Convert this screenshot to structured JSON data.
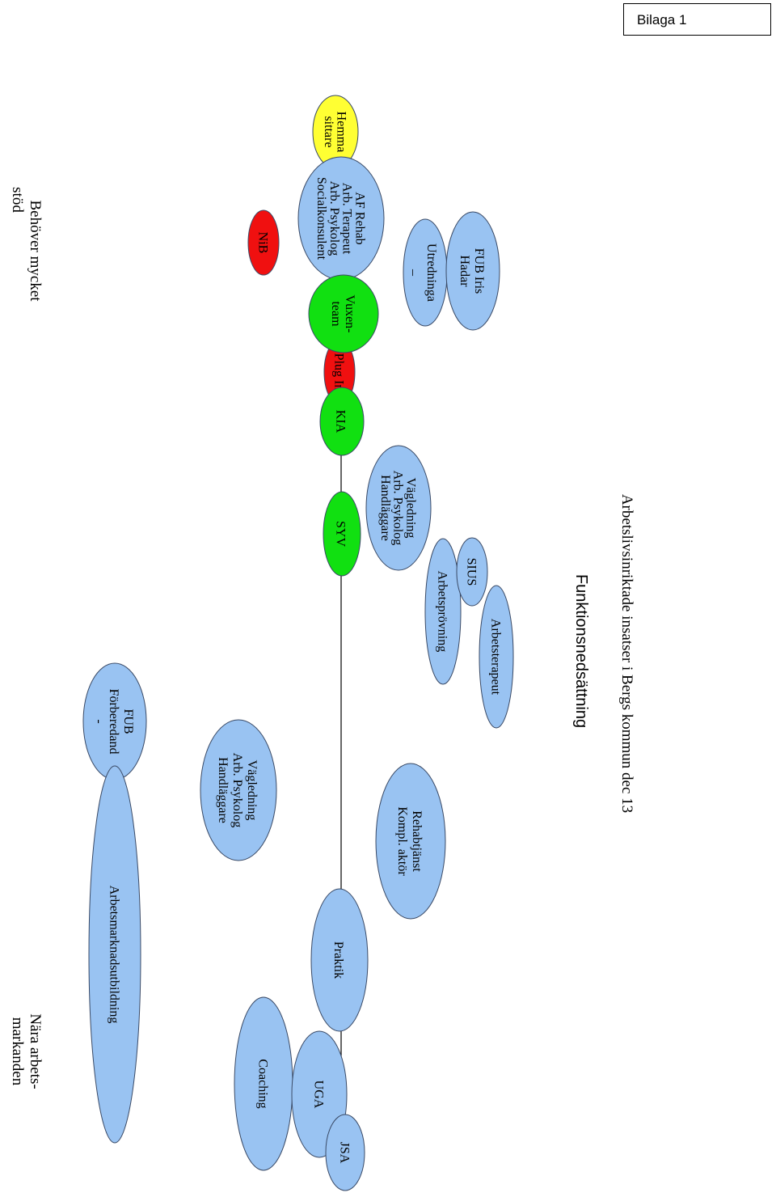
{
  "bilaga": "Bilaga 1",
  "title": "Arbetslivsinriktade insatser i Bergs kommun dec 13",
  "subtitle": "Funktionsnedsättning",
  "left_label": [
    "Behöver mycket",
    "stöd"
  ],
  "right_label": [
    "Nära arbets-",
    "markanden"
  ],
  "colors": {
    "blue": "#99c3f2",
    "green": "#11e011",
    "red": "#f01010",
    "yellow": "#ffff33",
    "outline": "#3a4a66"
  },
  "nodes": {
    "hemma": {
      "lines": [
        "Hemma",
        "sittare"
      ]
    },
    "af_rehab": {
      "lines": [
        "AF Rehab",
        "Arb. Terapeut",
        "Arb. Psykolog",
        "Socialkonsulent"
      ]
    },
    "nib": {
      "lines": [
        "NiB"
      ]
    },
    "utredninga": {
      "lines": [
        "Utredninga",
        "_"
      ]
    },
    "fub_iris": {
      "lines": [
        "FUB Iris",
        "Hadar"
      ]
    },
    "vuxenteam": {
      "lines": [
        "Vuxen-",
        "team"
      ]
    },
    "plug_in": {
      "lines": [
        "Plug In"
      ]
    },
    "kia": {
      "lines": [
        "KIA"
      ]
    },
    "vagledning1": {
      "lines": [
        "Vägledning",
        "Arb. Psykolog",
        "Handläggare"
      ]
    },
    "syv": {
      "lines": [
        "SYV"
      ]
    },
    "sius": {
      "lines": [
        "SIUS"
      ]
    },
    "arbetsprovning": {
      "lines": [
        "Arbetsprövning"
      ]
    },
    "arbetsterapeut": {
      "lines": [
        "Arbetsterapeut"
      ]
    },
    "fub_forberedande": {
      "lines": [
        "FUB",
        "Förberedand",
        "-"
      ]
    },
    "vagledning2": {
      "lines": [
        "Vägledning",
        "Arb. Psykolog",
        "Handläggare"
      ]
    },
    "rehabtjanst": {
      "lines": [
        "Rehabtjänst",
        "Kompl. aktör"
      ]
    },
    "arbetsmarknadsutbildning": {
      "lines": [
        "Arbetsmarknadsutbildning"
      ]
    },
    "praktik": {
      "lines": [
        "Praktik"
      ]
    },
    "coaching": {
      "lines": [
        "Coaching"
      ]
    },
    "uga": {
      "lines": [
        "UGA"
      ]
    },
    "jsa": {
      "lines": [
        "JSA"
      ]
    }
  }
}
